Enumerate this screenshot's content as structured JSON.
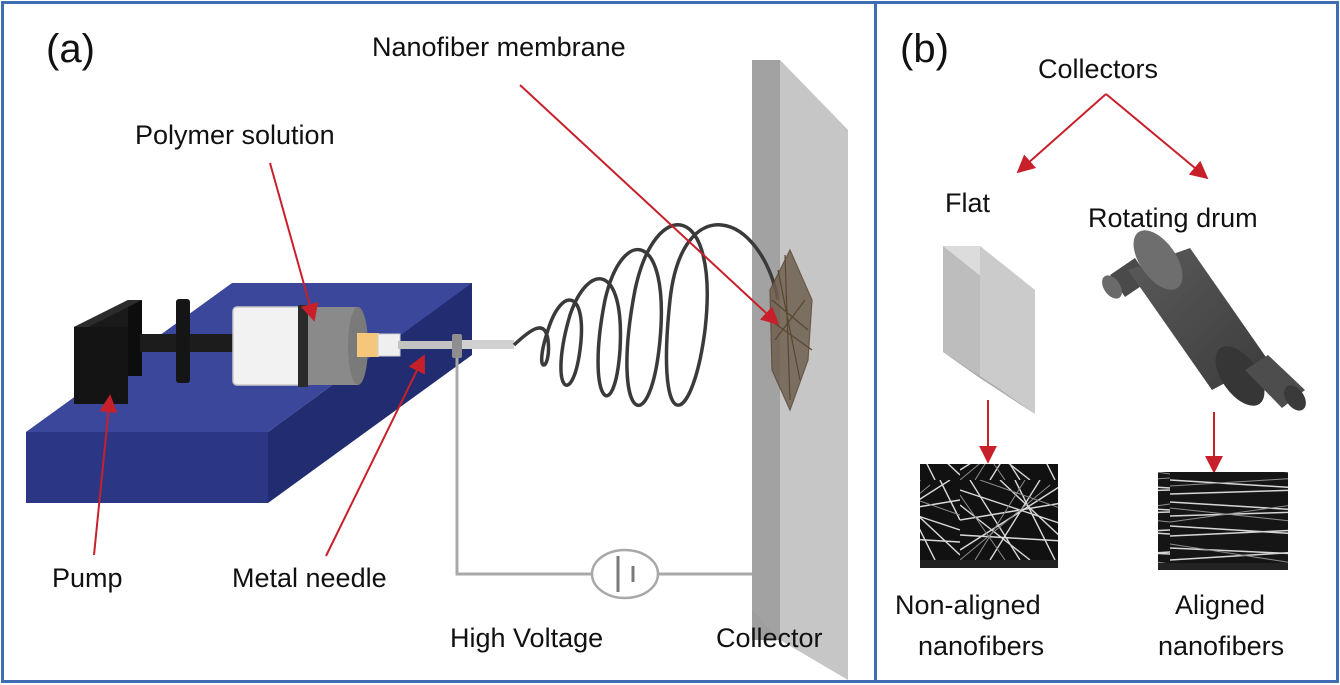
{
  "panel_a": {
    "tag": "(a)",
    "labels": {
      "nanofiber_membrane": "Nanofiber membrane",
      "polymer_solution": "Polymer solution",
      "pump": "Pump",
      "metal_needle": "Metal needle",
      "high_voltage": "High Voltage",
      "collector": "Collector"
    }
  },
  "panel_b": {
    "tag": "(b)",
    "labels": {
      "collectors": "Collectors",
      "flat": "Flat",
      "rotating_drum": "Rotating drum",
      "non_aligned_line1": "Non-aligned",
      "non_aligned_line2": "nanofibers",
      "aligned_line1": "Aligned",
      "aligned_line2": "nanofibers"
    }
  },
  "colors": {
    "frame": "#3f6db3",
    "arrow": "#c8202b",
    "base_top": "#33408f",
    "base_front": "#2a347a",
    "base_side": "#1f2766",
    "wire": "#a8a8a8",
    "fiber": "#3a3a3a"
  }
}
